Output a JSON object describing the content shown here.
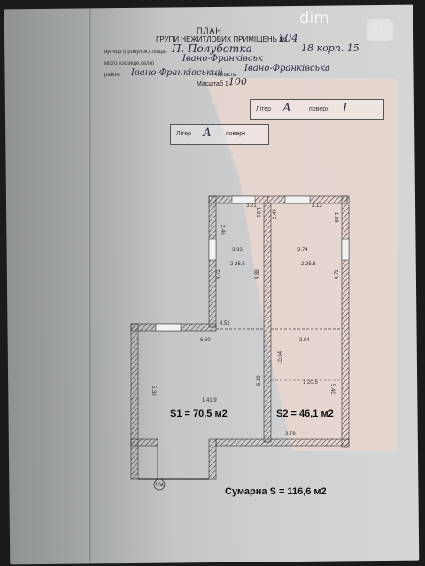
{
  "watermark": {
    "text": "dim",
    "logo": "RIA"
  },
  "header": {
    "title": "ПЛАН",
    "subtitle": "ГРУПИ НЕЖИТЛОВИХ ПРИМІЩЕНЬ №",
    "number": "104",
    "street_label": "вулиця (провулок,площа)",
    "street_value": "П. Полуботка",
    "building_value": "18 корп. 15",
    "city_label": "місто (селище,село)",
    "city_value": "Івано-Франківськ",
    "district_label": "район",
    "district_value": "Івано-Франківський",
    "region_label": "область",
    "region_value": "Івано-Франківська",
    "scale_label": "Масштаб 1 :",
    "scale_value": "100"
  },
  "liter_box_1": {
    "liter_label": "Літер",
    "liter_value": "А",
    "floor_label": "поверх",
    "floor_value": "I"
  },
  "liter_box_2": {
    "liter_label": "Літер",
    "liter_value": "А",
    "floor_label": "поверх"
  },
  "plan": {
    "dimensions": {
      "d321": "3.21",
      "d313": "3.13",
      "d246": "2.46",
      "d249": "2.49",
      "d191": "1.91",
      "d188": "1.88",
      "d333": "3.33",
      "d374": "3.74",
      "d471a": "4.71",
      "d489": "4.89",
      "d471b": "4.71",
      "d451": "4.51",
      "d660": "6.60",
      "d364": "3.64",
      "d1064": "10.64",
      "d538": "5.38",
      "d519": "5.19",
      "d540": "5.40",
      "d378": "3.78"
    },
    "room_labels": {
      "r1": "2\n26.5",
      "r2": "2\n25.6",
      "r3": "1\n41.9",
      "r4": "1\n20.5",
      "mark": "104"
    },
    "area_s1": "S1 = 70,5 м2",
    "area_s2": "S2 = 46,1 м2",
    "total": "Сумарна S = 116,6 м2"
  },
  "colors": {
    "paper": "#cfd1d2",
    "pink_overlay": "#e9d6cf",
    "wall": "#e8e8e8",
    "hatch": "#444444"
  }
}
